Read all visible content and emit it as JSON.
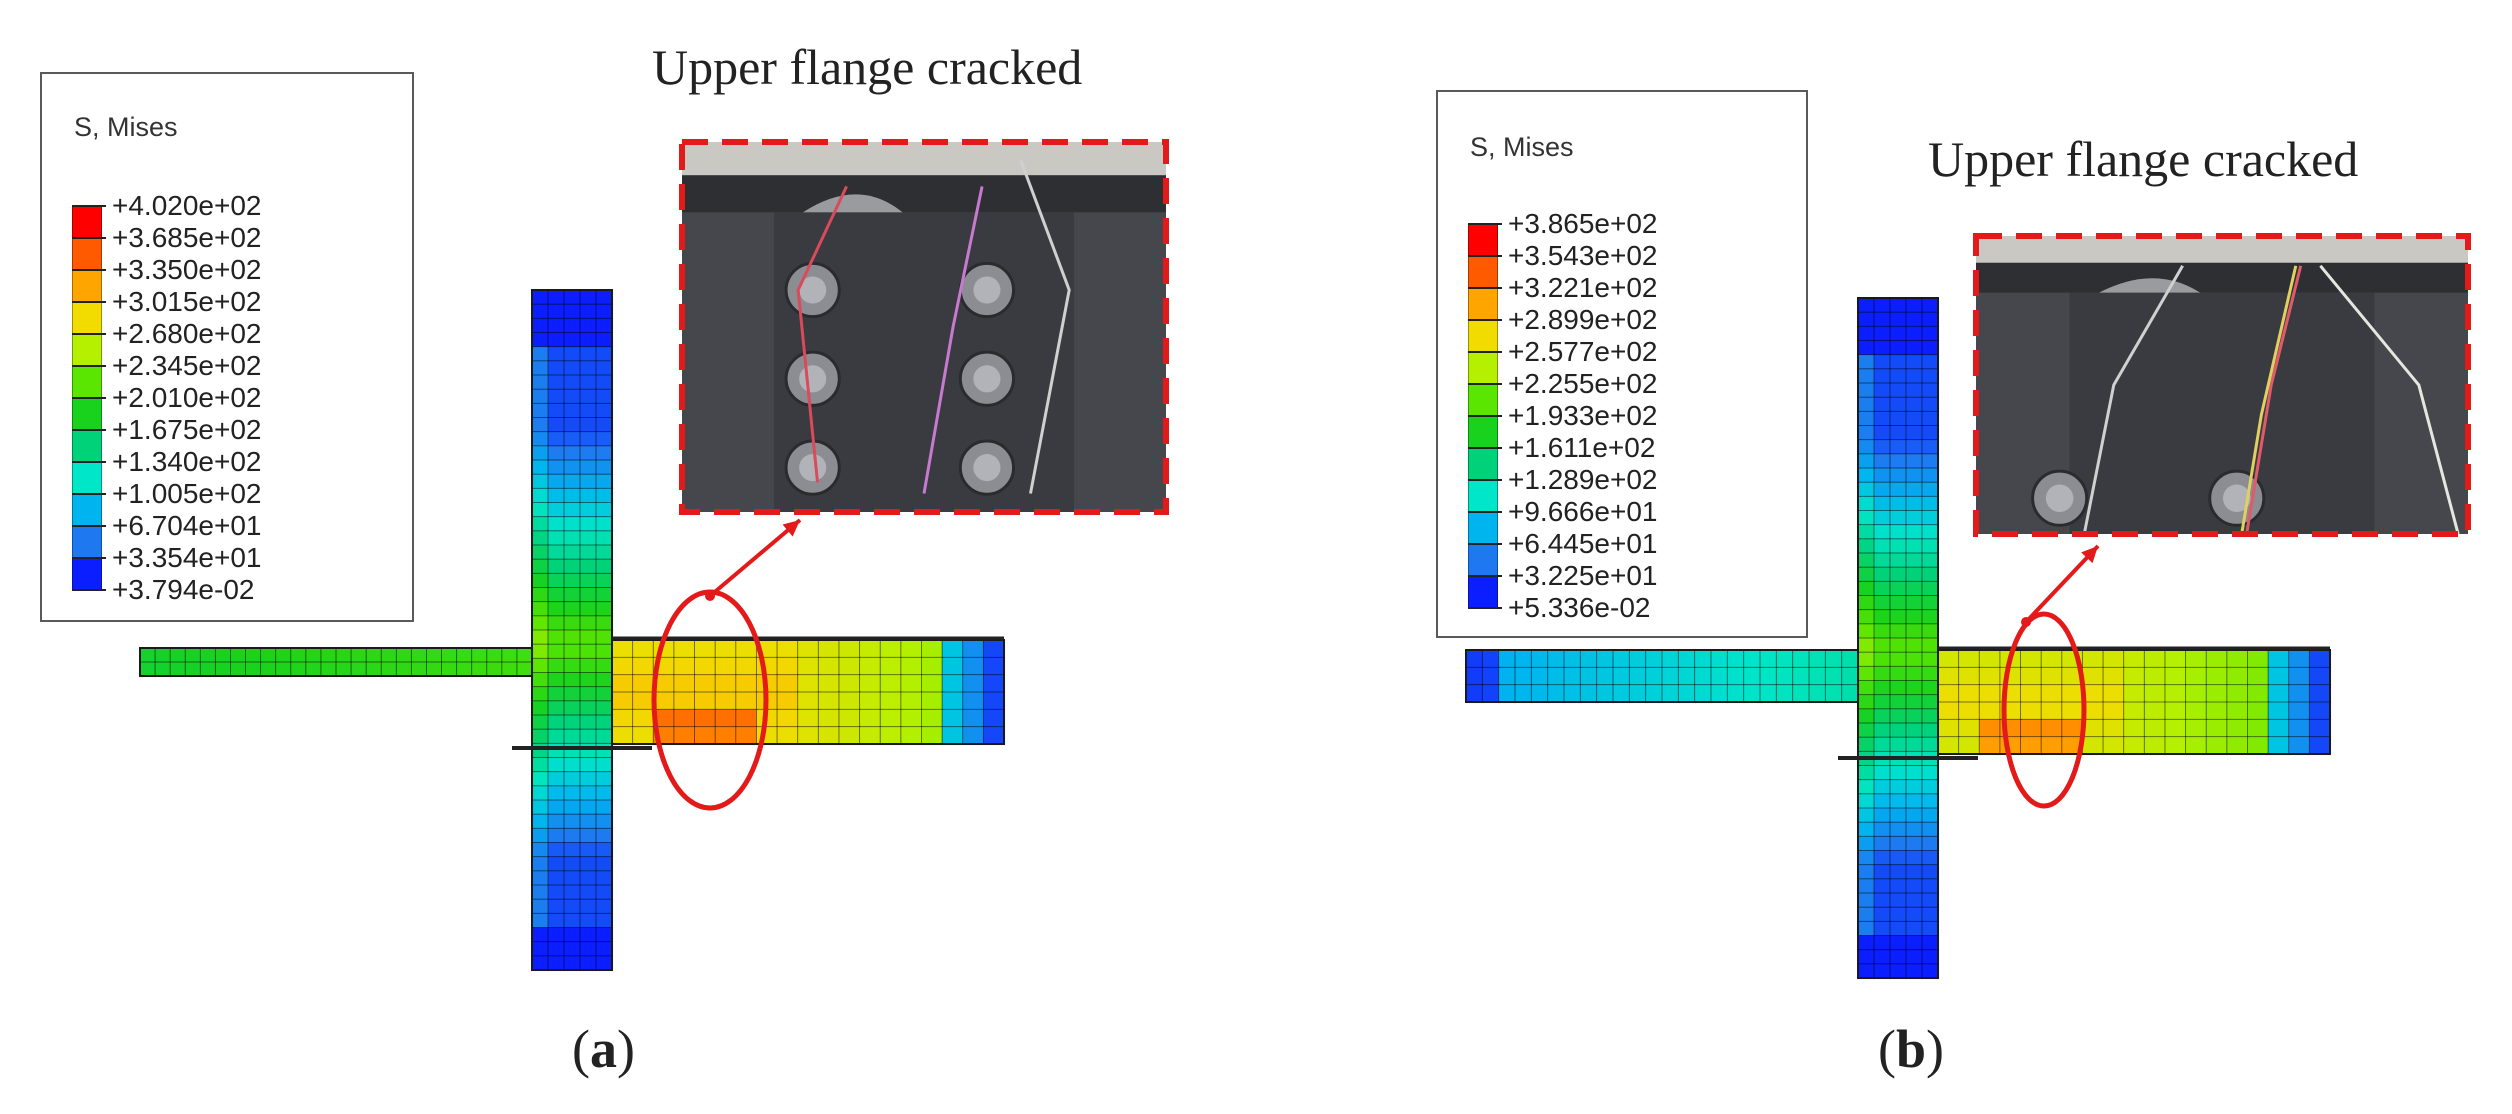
{
  "panels": [
    {
      "id": "a",
      "legend_title": "S, Mises",
      "legend_values": [
        "+4.020e+02",
        "+3.685e+02",
        "+3.350e+02",
        "+3.015e+02",
        "+2.680e+02",
        "+2.345e+02",
        "+2.010e+02",
        "+1.675e+02",
        "+1.340e+02",
        "+1.005e+02",
        "+6.704e+01",
        "+3.354e+01",
        "+3.794e-02"
      ],
      "photo_caption": "Upper flange cracked",
      "label_open": "(",
      "label_letter": "a",
      "label_close": ")"
    },
    {
      "id": "b",
      "legend_title": "S, Mises",
      "legend_values": [
        "+3.865e+02",
        "+3.543e+02",
        "+3.221e+02",
        "+2.899e+02",
        "+2.577e+02",
        "+2.255e+02",
        "+1.933e+02",
        "+1.611e+02",
        "+1.289e+02",
        "+9.666e+01",
        "+6.445e+01",
        "+3.225e+01",
        "+5.336e-02"
      ],
      "photo_caption": "Upper flange cracked",
      "label_open": "(",
      "label_letter": "b",
      "label_close": ")"
    }
  ],
  "colors": {
    "contour_scale": [
      "#ff0000",
      "#ff5a00",
      "#ffa500",
      "#f2dc00",
      "#b4f000",
      "#5ae600",
      "#18d21e",
      "#00d27a",
      "#00e6c8",
      "#00b4f0",
      "#1e78f0",
      "#0a1eff"
    ],
    "highlight_red": "#e41a1a",
    "legend_border": "#5a5a5a"
  }
}
